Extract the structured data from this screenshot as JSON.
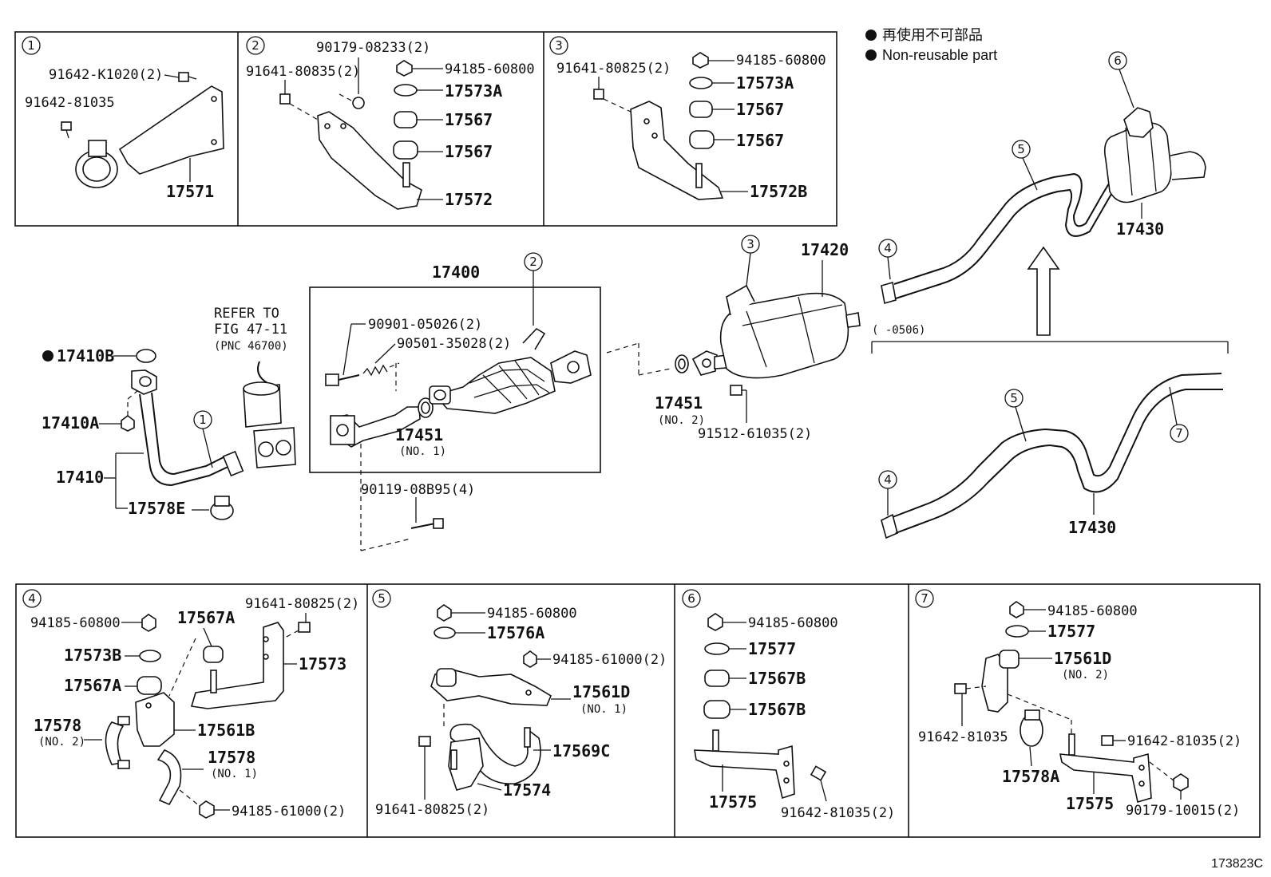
{
  "legend": {
    "jp_text": "再使用不可部品",
    "en_text": "Non-reusable part"
  },
  "figure_code": "173823C",
  "callouts": [
    "1",
    "2",
    "3",
    "4",
    "5",
    "6",
    "7"
  ],
  "refer": {
    "line1": "REFER TO",
    "line2": "FIG 47-11",
    "line3": "(PNC 46700)"
  },
  "date_range": "(      -0506)",
  "box1": {
    "n": "1",
    "p1": "91642-K1020(2)",
    "p2": "91642-81035",
    "p3": "17571"
  },
  "box2": {
    "n": "2",
    "p1": "91641-80835(2)",
    "p2": "90179-08233(2)",
    "p3": "94185-60800",
    "p4": "17573A",
    "p5": "17567",
    "p6": "17567",
    "p7": "17572"
  },
  "box3": {
    "n": "3",
    "p1": "91641-80825(2)",
    "p2": "94185-60800",
    "p3": "17573A",
    "p4": "17567",
    "p5": "17567",
    "p6": "17572B"
  },
  "main": {
    "p17400": "17400",
    "p90901": "90901-05026(2)",
    "p90501": "90501-35028(2)",
    "p17451a": "17451",
    "p17451a_note": "(NO. 1)",
    "p90119": "90119-08B95(4)",
    "p17410B": "17410B",
    "p17410A": "17410A",
    "p17410": "17410",
    "p17578E": "17578E",
    "p17420": "17420",
    "p17451b": "17451",
    "p17451b_note": "(NO. 2)",
    "p91512": "91512-61035(2)",
    "p17430a": "17430",
    "p17430b": "17430"
  },
  "box4": {
    "n": "4",
    "p1": "94185-60800",
    "p2": "17567A",
    "p3": "91641-80825(2)",
    "p4": "17573B",
    "p5": "17567A",
    "p6": "17573",
    "p7": "17578",
    "p7n": "(NO. 2)",
    "p8": "17561B",
    "p9": "17578",
    "p9n": "(NO. 1)",
    "p10": "94185-61000(2)"
  },
  "box5": {
    "n": "5",
    "p1": "94185-60800",
    "p2": "17576A",
    "p3": "94185-61000(2)",
    "p4": "17561D",
    "p4n": "(NO. 1)",
    "p5": "17569C",
    "p6": "91641-80825(2)",
    "p7": "17574"
  },
  "box6": {
    "n": "6",
    "p1": "94185-60800",
    "p2": "17577",
    "p3": "17567B",
    "p4": "17567B",
    "p5": "17575",
    "p6": "91642-81035(2)"
  },
  "box7": {
    "n": "7",
    "p1": "94185-60800",
    "p2": "17577",
    "p3": "17561D",
    "p3n": "(NO. 2)",
    "p4": "91642-81035",
    "p5": "91642-81035(2)",
    "p6": "17578A",
    "p7": "17575",
    "p8": "90179-10015(2)"
  }
}
